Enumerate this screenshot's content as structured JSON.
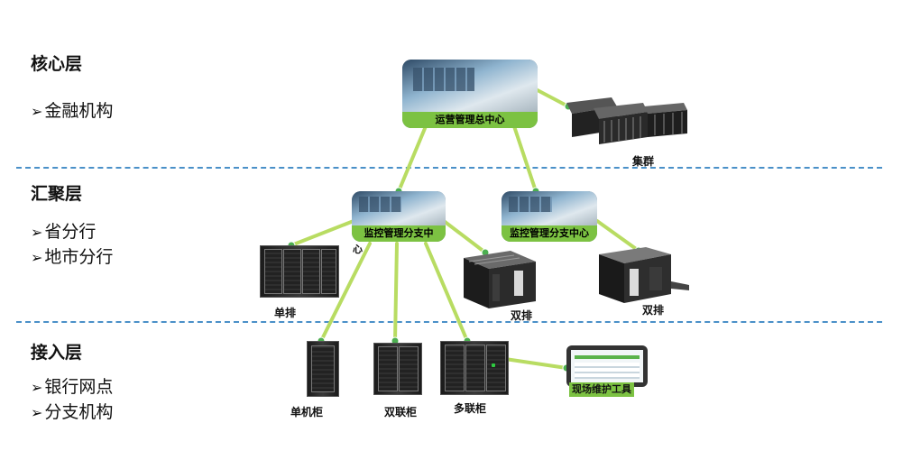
{
  "layers": [
    {
      "title": "核心层",
      "items": [
        "金融机构"
      ]
    },
    {
      "title": "汇聚层",
      "items": [
        "省分行",
        "地市分行"
      ]
    },
    {
      "title": "接入层",
      "items": [
        "银行网点",
        "分支机构"
      ]
    }
  ],
  "bullet_glyph": "➢",
  "nodes": {
    "hq": "运营管理总中心",
    "cluster": "集群",
    "branch_center_1": "监控管理分支中",
    "branch_center_1_wrap": "心",
    "branch_center_2": "监控管理分支中心",
    "single_row": "单排",
    "double_row_1": "双排",
    "double_row_2": "双排",
    "single_cabinet": "单机柜",
    "dual_cabinet": "双联柜",
    "multi_cabinet": "多联柜",
    "maintenance_tool": "现场维护工具"
  },
  "colors": {
    "link": "#b8dc62",
    "dot": "#4caf50",
    "separator": "#4a90c8",
    "label_bg": "#7cc242"
  }
}
